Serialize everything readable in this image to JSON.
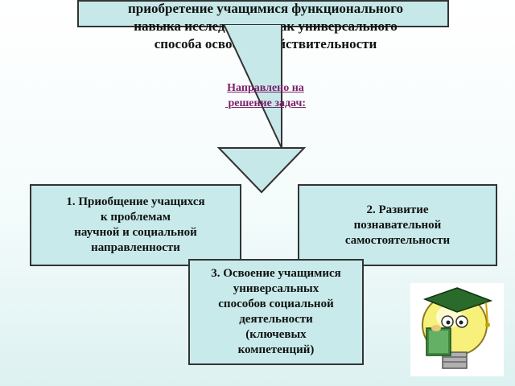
{
  "header": {
    "lines": [
      "приобретение учащимися функционального",
      "навыка исследования как универсального",
      "способа освоения действительности"
    ]
  },
  "direction": {
    "line1": "Направлено на",
    "line2": " решение задач:"
  },
  "boxes": [
    {
      "text": "1. Приобщение учащихся\nк проблемам\nнаучной и социальной\nнаправленности"
    },
    {
      "text": "2. Развитие\nпознавательной\nсамостоятельности"
    },
    {
      "text": "3. Освоение учащимися\nуниверсальных\nспособов социальной\nдеятельности\n(ключевых\nкомпетенций)"
    }
  ],
  "colors": {
    "box_fill": "#c8eaea",
    "border": "#333333",
    "direction_text": "#7a1f6a"
  },
  "icons": {
    "clipart": "lightbulb-graduate-with-book"
  }
}
